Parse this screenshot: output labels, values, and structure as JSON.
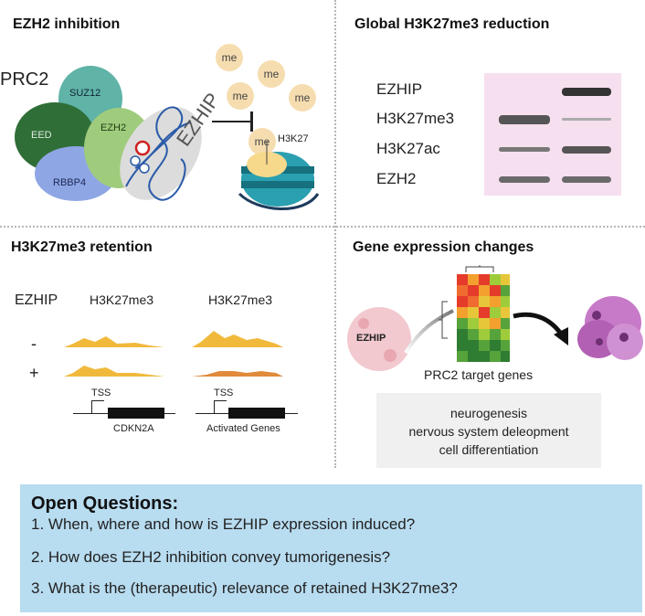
{
  "panels": {
    "top_left": {
      "title": "EZH2 inhibition",
      "complex_label": "PRC2",
      "subunits": [
        "SUZ12",
        "EED",
        "EZH2",
        "RBBP4"
      ],
      "ezhip_label": "EZHIP",
      "methyl_labels": [
        "me",
        "me",
        "me",
        "me",
        "me"
      ],
      "histone_label": "H3K27"
    },
    "top_right": {
      "title": "Global H3K27me3 reduction",
      "rows": [
        {
          "label": "EZHIP",
          "lane1": "none",
          "lane2": "strong"
        },
        {
          "label": "H3K27me3",
          "lane1": "strong",
          "lane2": "faint"
        },
        {
          "label": "H3K27ac",
          "lane1": "medium",
          "lane2": "strong"
        },
        {
          "label": "EZH2",
          "lane1": "medium",
          "lane2": "medium"
        }
      ],
      "blot_bg": "#f6dfee"
    },
    "bottom_left": {
      "title": "H3K27me3 retention",
      "row_header": "EZHIP",
      "col_headers": [
        "H3K27me3",
        "H3K27me3"
      ],
      "row_labels": [
        "-",
        "+"
      ],
      "tss_labels": [
        "TSS",
        "TSS"
      ],
      "gene_labels": [
        "CDKN2A",
        "Activated Genes"
      ],
      "track_color": "#f1b93c",
      "reduced_color": "#e08a3a"
    },
    "bottom_right": {
      "title": "Gene expression changes",
      "cell_label": "EZHIP",
      "heatmap_caption": "PRC2 target genes",
      "go_terms": [
        "neurogenesis",
        "nervous system deleopment",
        "cell differentiation"
      ]
    }
  },
  "open_questions": {
    "title": "Open Questions:",
    "items": [
      "1. When, where and  how is EZHIP expression induced?",
      "2. How does EZH2 inhibition convey tumorigenesis?",
      "3. What is the (therapeutic) relevance of retained H3K27me3?"
    ]
  }
}
